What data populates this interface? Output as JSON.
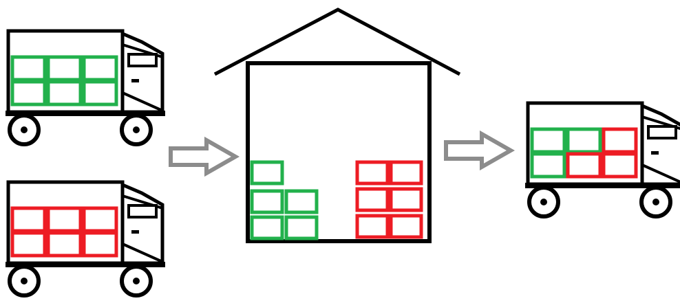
{
  "diagram": {
    "colors": {
      "outline": "#000000",
      "green": "#22b14c",
      "red": "#ed1c24",
      "arrow": "#8c8c8c",
      "background": "#ffffff"
    },
    "nodes": [
      {
        "id": "truck-green-inbound",
        "kind": "truck",
        "cargo": [
          "green",
          "green",
          "green",
          "green",
          "green",
          "green"
        ]
      },
      {
        "id": "truck-red-inbound",
        "kind": "truck",
        "cargo": [
          "red",
          "red",
          "red",
          "red",
          "red",
          "red"
        ]
      },
      {
        "id": "warehouse",
        "kind": "warehouse",
        "green_stack_boxes": 5,
        "red_stack_boxes": 6
      },
      {
        "id": "truck-mixed-outbound",
        "kind": "truck",
        "cargo": [
          "green",
          "green",
          "red",
          "green",
          "red",
          "red"
        ]
      }
    ],
    "flows": [
      {
        "from": "inbound-trucks",
        "to": "warehouse",
        "icon": "arrow-right-icon"
      },
      {
        "from": "warehouse",
        "to": "truck-mixed-outbound",
        "icon": "arrow-right-icon"
      }
    ]
  }
}
